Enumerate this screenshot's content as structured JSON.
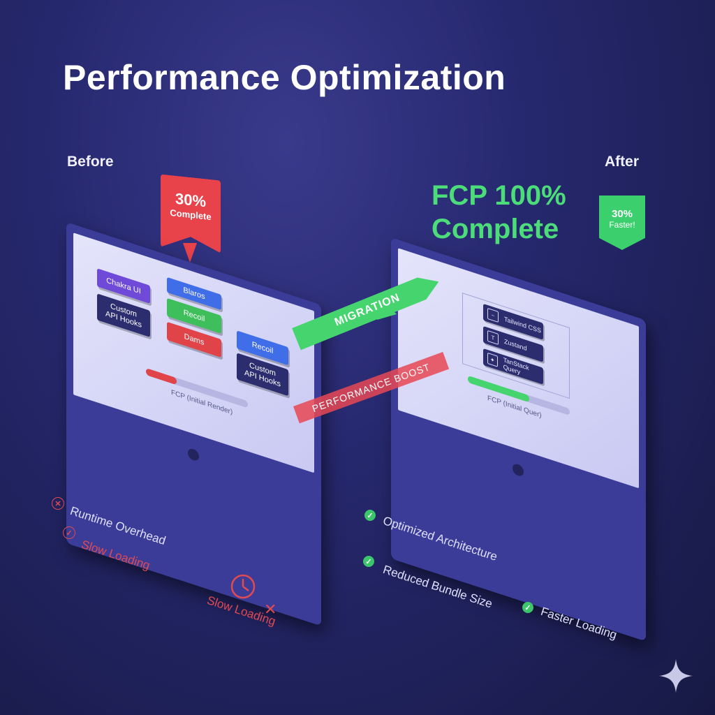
{
  "title": "Performance Optimization",
  "before_label": "Before",
  "after_label": "After",
  "before_badge": {
    "value": "30%",
    "text": "Complete"
  },
  "after_headline": {
    "line1": "FCP 100%",
    "line2": "Complete"
  },
  "after_badge": {
    "value": "30%",
    "text": "Faster!"
  },
  "before_screen": {
    "chips": {
      "chakra": "Chakra UI",
      "custom1": "Custom\nAPI Hooks",
      "blue1": "Blaros",
      "recoil1": "Recoil",
      "redchip": "Dams",
      "recoil2": "Recoil",
      "custom2": "Custom\nAPI Hooks"
    },
    "progress_label": "FCP (Initial Render)",
    "progress": 0.3
  },
  "after_screen": {
    "items": [
      "Tailwind CSS",
      "Zustand",
      "TanStack Query"
    ],
    "progress_label": "FCP (Initial Quer)",
    "progress": 0.6
  },
  "ribbons": {
    "migration": "MIGRATION",
    "boost": "PERFORMANCE BOOST"
  },
  "before_list": {
    "runtime": "Runtime Overhead",
    "slow1": "Slow Loading",
    "slow2": "Slow Loading"
  },
  "after_list": {
    "arch": "Optimized Architecture",
    "bundle": "Reduced Bundle Size",
    "faster": "Faster Loading"
  },
  "colors": {
    "green": "#45d46e",
    "red": "#e8424b",
    "monitor": "#3b3c98"
  }
}
